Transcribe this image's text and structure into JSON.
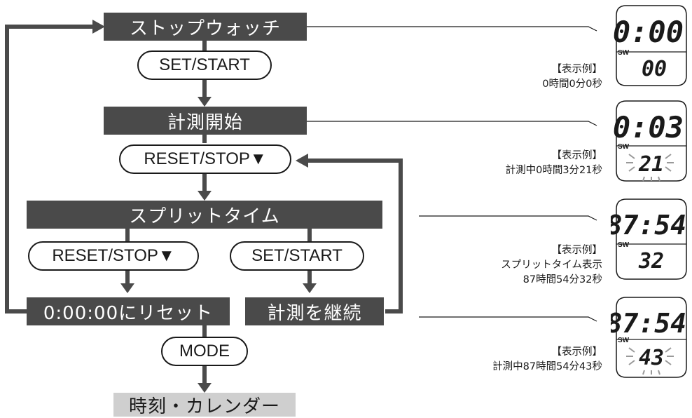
{
  "flow": {
    "stopwatch": "ストップウォッチ",
    "set_start_1": "SET/START",
    "start_measure": "計測開始",
    "reset_stop_1": "RESET/STOP▼",
    "split_time": "スプリットタイム",
    "reset_stop_2": "RESET/STOP▼",
    "set_start_2": "SET/START",
    "reset_zero": "0:00:00にリセット",
    "continue_measure": "計測を継続",
    "mode": "MODE",
    "time_calendar": "時刻・カレンダー"
  },
  "examples": [
    {
      "label": "【表示例】",
      "desc": "0時間0分0秒",
      "top": "0:00",
      "bottom": "00",
      "sw": "SW",
      "blink": false
    },
    {
      "label": "【表示例】",
      "desc": "計測中0時間3分21秒",
      "top": "0:03",
      "bottom": "21",
      "sw": "SW",
      "blink": true
    },
    {
      "label": "【表示例】",
      "desc": "スプリットタイム表示",
      "desc2": "87時間54分32秒",
      "top": "87:54",
      "bottom": "32",
      "sw": "SW",
      "blink": false
    },
    {
      "label": "【表示例】",
      "desc": "計測中87時間54分43秒",
      "top": "87:54",
      "bottom": "43",
      "sw": "SW",
      "blink": true
    }
  ]
}
